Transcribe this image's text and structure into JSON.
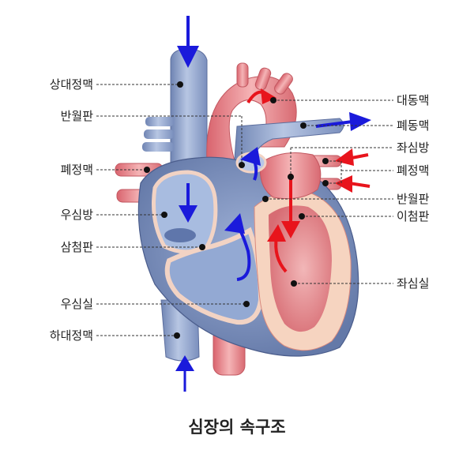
{
  "title": "심장의 속구조",
  "labels": {
    "superior_vena_cava": "상대정맥",
    "pulmonary_valve": "반월판",
    "pulmonary_vein_right": "폐정맥",
    "right_atrium": "우심방",
    "tricuspid_valve": "삼첨판",
    "right_ventricle": "우심실",
    "inferior_vena_cava": "하대정맥",
    "aorta": "대동맥",
    "pulmonary_artery": "폐동맥",
    "left_atrium": "좌심방",
    "pulmonary_vein_left": "폐정맥",
    "aortic_valve": "반월판",
    "mitral_valve": "이첨판",
    "left_ventricle": "좌심실"
  },
  "colors": {
    "oxygen_poor_flow": "#1a1adb",
    "oxygen_rich_flow": "#e8141c",
    "vein_blue": "#8fa3c9",
    "artery_pink": "#e8868c"
  }
}
